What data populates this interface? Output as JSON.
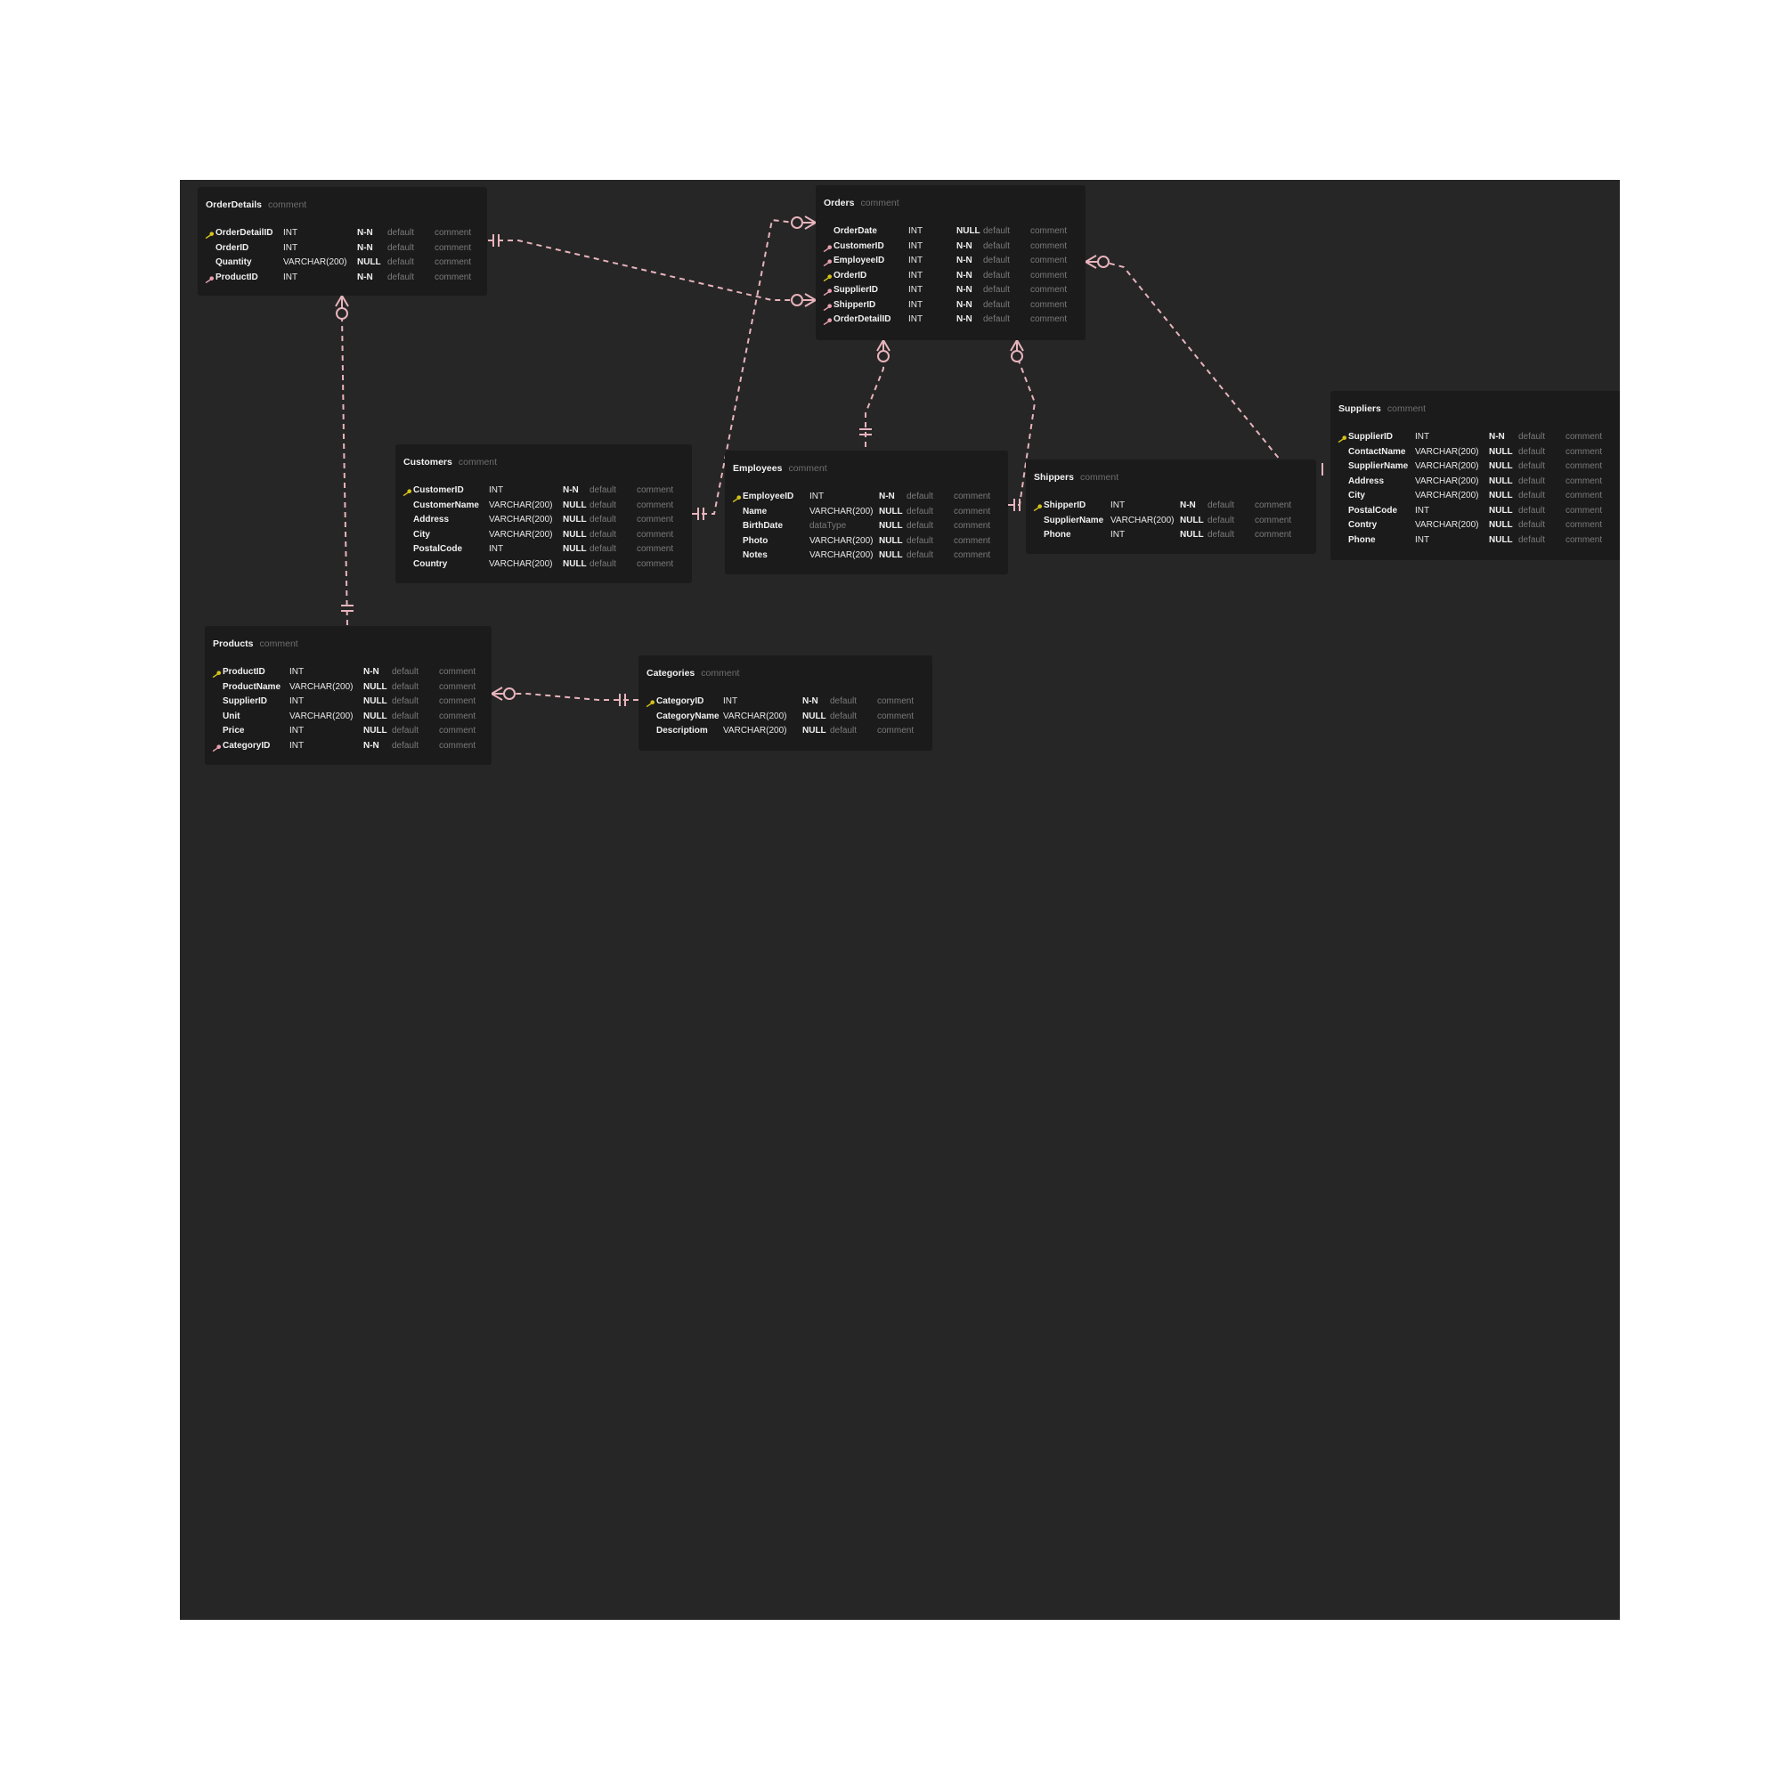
{
  "colors": {
    "canvas": "#262626",
    "table_bg": "#1b1b1b",
    "relation_line": "#e8b4bc",
    "primary_key_icon": "#d4c21a",
    "foreign_key_icon": "#e8a0b0"
  },
  "tables": {
    "orderdetails": {
      "name": "OrderDetails",
      "comment": "comment",
      "columns": [
        {
          "name": "OrderDetailID",
          "type": "INT",
          "nullable": "N-N",
          "default": "default",
          "comment": "comment",
          "key": "primary-key"
        },
        {
          "name": "OrderID",
          "type": "INT",
          "nullable": "N-N",
          "default": "default",
          "comment": "comment",
          "key": ""
        },
        {
          "name": "Quantity",
          "type": "VARCHAR(200)",
          "nullable": "NULL",
          "default": "default",
          "comment": "comment",
          "key": ""
        },
        {
          "name": "ProductID",
          "type": "INT",
          "nullable": "N-N",
          "default": "default",
          "comment": "comment",
          "key": "foreign-key"
        }
      ]
    },
    "orders": {
      "name": "Orders",
      "comment": "comment",
      "columns": [
        {
          "name": "OrderDate",
          "type": "INT",
          "nullable": "NULL",
          "default": "default",
          "comment": "comment",
          "key": ""
        },
        {
          "name": "CustomerID",
          "type": "INT",
          "nullable": "N-N",
          "default": "default",
          "comment": "comment",
          "key": "foreign-key"
        },
        {
          "name": "EmployeeID",
          "type": "INT",
          "nullable": "N-N",
          "default": "default",
          "comment": "comment",
          "key": "foreign-key"
        },
        {
          "name": "OrderID",
          "type": "INT",
          "nullable": "N-N",
          "default": "default",
          "comment": "comment",
          "key": "primary-key"
        },
        {
          "name": "SupplierID",
          "type": "INT",
          "nullable": "N-N",
          "default": "default",
          "comment": "comment",
          "key": "foreign-key"
        },
        {
          "name": "ShipperID",
          "type": "INT",
          "nullable": "N-N",
          "default": "default",
          "comment": "comment",
          "key": "foreign-key"
        },
        {
          "name": "OrderDetailID",
          "type": "INT",
          "nullable": "N-N",
          "default": "default",
          "comment": "comment",
          "key": "foreign-key"
        }
      ]
    },
    "suppliers": {
      "name": "Suppliers",
      "comment": "comment",
      "columns": [
        {
          "name": "SupplierID",
          "type": "INT",
          "nullable": "N-N",
          "default": "default",
          "comment": "comment",
          "key": "primary-key"
        },
        {
          "name": "ContactName",
          "type": "VARCHAR(200)",
          "nullable": "NULL",
          "default": "default",
          "comment": "comment",
          "key": ""
        },
        {
          "name": "SupplierName",
          "type": "VARCHAR(200)",
          "nullable": "NULL",
          "default": "default",
          "comment": "comment",
          "key": ""
        },
        {
          "name": "Address",
          "type": "VARCHAR(200)",
          "nullable": "NULL",
          "default": "default",
          "comment": "comment",
          "key": ""
        },
        {
          "name": "City",
          "type": "VARCHAR(200)",
          "nullable": "NULL",
          "default": "default",
          "comment": "comment",
          "key": ""
        },
        {
          "name": "PostalCode",
          "type": "INT",
          "nullable": "NULL",
          "default": "default",
          "comment": "comment",
          "key": ""
        },
        {
          "name": "Contry",
          "type": "VARCHAR(200)",
          "nullable": "NULL",
          "default": "default",
          "comment": "comment",
          "key": ""
        },
        {
          "name": "Phone",
          "type": "INT",
          "nullable": "NULL",
          "default": "default",
          "comment": "comment",
          "key": ""
        }
      ]
    },
    "customers": {
      "name": "Customers",
      "comment": "comment",
      "columns": [
        {
          "name": "CustomerID",
          "type": "INT",
          "nullable": "N-N",
          "default": "default",
          "comment": "comment",
          "key": "primary-key"
        },
        {
          "name": "CustomerName",
          "type": "VARCHAR(200)",
          "nullable": "NULL",
          "default": "default",
          "comment": "comment",
          "key": ""
        },
        {
          "name": "Address",
          "type": "VARCHAR(200)",
          "nullable": "NULL",
          "default": "default",
          "comment": "comment",
          "key": ""
        },
        {
          "name": "City",
          "type": "VARCHAR(200)",
          "nullable": "NULL",
          "default": "default",
          "comment": "comment",
          "key": ""
        },
        {
          "name": "PostalCode",
          "type": "INT",
          "nullable": "NULL",
          "default": "default",
          "comment": "comment",
          "key": ""
        },
        {
          "name": "Country",
          "type": "VARCHAR(200)",
          "nullable": "NULL",
          "default": "default",
          "comment": "comment",
          "key": ""
        }
      ]
    },
    "employees": {
      "name": "Employees",
      "comment": "comment",
      "columns": [
        {
          "name": "EmployeeID",
          "type": "INT",
          "nullable": "N-N",
          "default": "default",
          "comment": "comment",
          "key": "primary-key"
        },
        {
          "name": "Name",
          "type": "VARCHAR(200)",
          "nullable": "NULL",
          "default": "default",
          "comment": "comment",
          "key": ""
        },
        {
          "name": "BirthDate",
          "type": "dataType",
          "nullable": "NULL",
          "default": "default",
          "comment": "comment",
          "key": ""
        },
        {
          "name": "Photo",
          "type": "VARCHAR(200)",
          "nullable": "NULL",
          "default": "default",
          "comment": "comment",
          "key": ""
        },
        {
          "name": "Notes",
          "type": "VARCHAR(200)",
          "nullable": "NULL",
          "default": "default",
          "comment": "comment",
          "key": ""
        }
      ]
    },
    "shippers": {
      "name": "Shippers",
      "comment": "comment",
      "columns": [
        {
          "name": "ShipperID",
          "type": "INT",
          "nullable": "N-N",
          "default": "default",
          "comment": "comment",
          "key": "primary-key"
        },
        {
          "name": "SupplierName",
          "type": "VARCHAR(200)",
          "nullable": "NULL",
          "default": "default",
          "comment": "comment",
          "key": ""
        },
        {
          "name": "Phone",
          "type": "INT",
          "nullable": "NULL",
          "default": "default",
          "comment": "comment",
          "key": ""
        }
      ]
    },
    "products": {
      "name": "Products",
      "comment": "comment",
      "columns": [
        {
          "name": "ProductID",
          "type": "INT",
          "nullable": "N-N",
          "default": "default",
          "comment": "comment",
          "key": "primary-key"
        },
        {
          "name": "ProductName",
          "type": "VARCHAR(200)",
          "nullable": "NULL",
          "default": "default",
          "comment": "comment",
          "key": ""
        },
        {
          "name": "SupplierID",
          "type": "INT",
          "nullable": "NULL",
          "default": "default",
          "comment": "comment",
          "key": ""
        },
        {
          "name": "Unit",
          "type": "VARCHAR(200)",
          "nullable": "NULL",
          "default": "default",
          "comment": "comment",
          "key": ""
        },
        {
          "name": "Price",
          "type": "INT",
          "nullable": "NULL",
          "default": "default",
          "comment": "comment",
          "key": ""
        },
        {
          "name": "CategoryID",
          "type": "INT",
          "nullable": "N-N",
          "default": "default",
          "comment": "comment",
          "key": "foreign-key"
        }
      ]
    },
    "categories": {
      "name": "Categories",
      "comment": "comment",
      "columns": [
        {
          "name": "CategoryID",
          "type": "INT",
          "nullable": "N-N",
          "default": "default",
          "comment": "comment",
          "key": "primary-key"
        },
        {
          "name": "CategoryName",
          "type": "VARCHAR(200)",
          "nullable": "NULL",
          "default": "default",
          "comment": "comment",
          "key": ""
        },
        {
          "name": "Descriptiom",
          "type": "VARCHAR(200)",
          "nullable": "NULL",
          "default": "default",
          "comment": "comment",
          "key": ""
        }
      ]
    }
  },
  "relations": [
    {
      "from": "OrderDetails",
      "to": "Orders",
      "from_end": "one-and-only-one",
      "to_end": "zero-or-many"
    },
    {
      "from": "Customers",
      "to": "Orders",
      "from_end": "one-and-only-one",
      "to_end": "zero-or-many"
    },
    {
      "from": "Suppliers",
      "to": "Orders",
      "from_end": "one-and-only-one",
      "to_end": "zero-or-many"
    },
    {
      "from": "Employees",
      "to": "Orders",
      "from_end": "one-and-only-one",
      "to_end": "zero-or-many"
    },
    {
      "from": "Shippers",
      "to": "Orders",
      "from_end": "one-and-only-one",
      "to_end": "zero-or-many"
    },
    {
      "from": "Products",
      "to": "OrderDetails",
      "from_end": "one-and-only-one",
      "to_end": "zero-or-many"
    },
    {
      "from": "Categories",
      "to": "Products",
      "from_end": "one-and-only-one",
      "to_end": "zero-or-many"
    }
  ]
}
